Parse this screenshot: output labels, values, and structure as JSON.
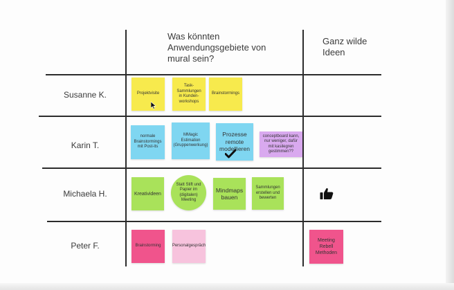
{
  "headers": {
    "col1": "Was könnten Anwendungsgebiete von mural sein?",
    "col2": "Ganz wilde Ideen"
  },
  "rows": [
    {
      "name": "Susanne K."
    },
    {
      "name": "Karin T."
    },
    {
      "name": "Michaela H."
    },
    {
      "name": "Peter F."
    }
  ],
  "notes": {
    "susanne": [
      "Projektvisite",
      "Task-Sammlungen in Kunden-workshops",
      "Brainstormings"
    ],
    "karin": [
      "normale Brainstormings mit Post-its",
      "MMagic Estimation (Gruppenwerkung)",
      "Prozesse remote modellieren",
      "conceptboard kann, nur weniger, dafür mit kasilegren gestimmen??"
    ],
    "michaela": [
      "Kreativideen",
      "Statt Stift und Papier im (digitalen) Meeting",
      "Mindmaps bauen",
      "Sammlungen erstellen und bewerten"
    ],
    "peter": [
      "Brainstorming",
      "Personalgespräch"
    ],
    "wild": "Meeting Rebell Methoden"
  },
  "icons": {
    "cursor": "cursor-arrow-icon",
    "check": "checkmark-icon",
    "thumb": "thumbs-up-icon"
  },
  "colors": {
    "yellow": "#f7ea4d",
    "blue": "#7fd6f1",
    "purple": "#d9a9ef",
    "green": "#a9e25a",
    "pink": "#f0548c",
    "lightpink": "#f7c3dd",
    "lines": "#2b2b2b"
  }
}
